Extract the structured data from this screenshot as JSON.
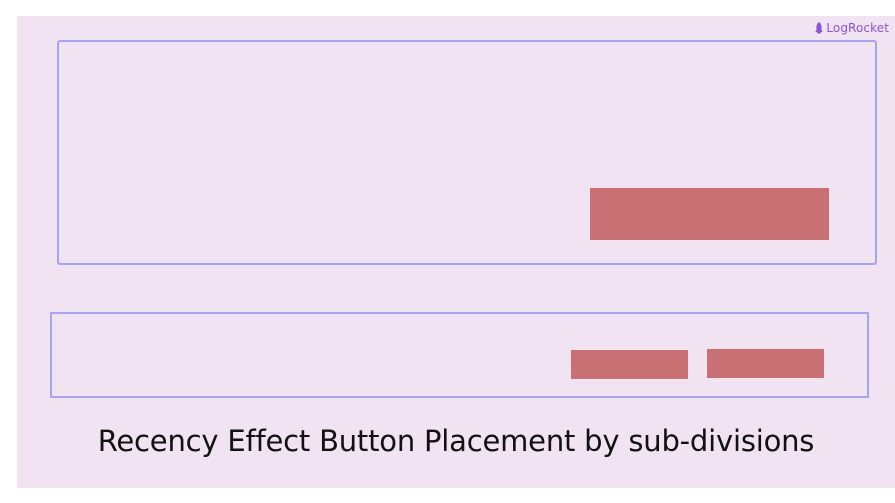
{
  "brand": {
    "name": "LogRocket",
    "icon": "rocket-icon",
    "color": "#8a55d6"
  },
  "diagram": {
    "background_color": "#f1e3f1",
    "frame_color": "#a6a2f5",
    "button_color": "#c87073",
    "caption": "Recency Effect Button Placement by sub-divisions",
    "panels": [
      {
        "name": "large-panel",
        "buttons": 1
      },
      {
        "name": "small-panel",
        "buttons": 2
      }
    ]
  }
}
